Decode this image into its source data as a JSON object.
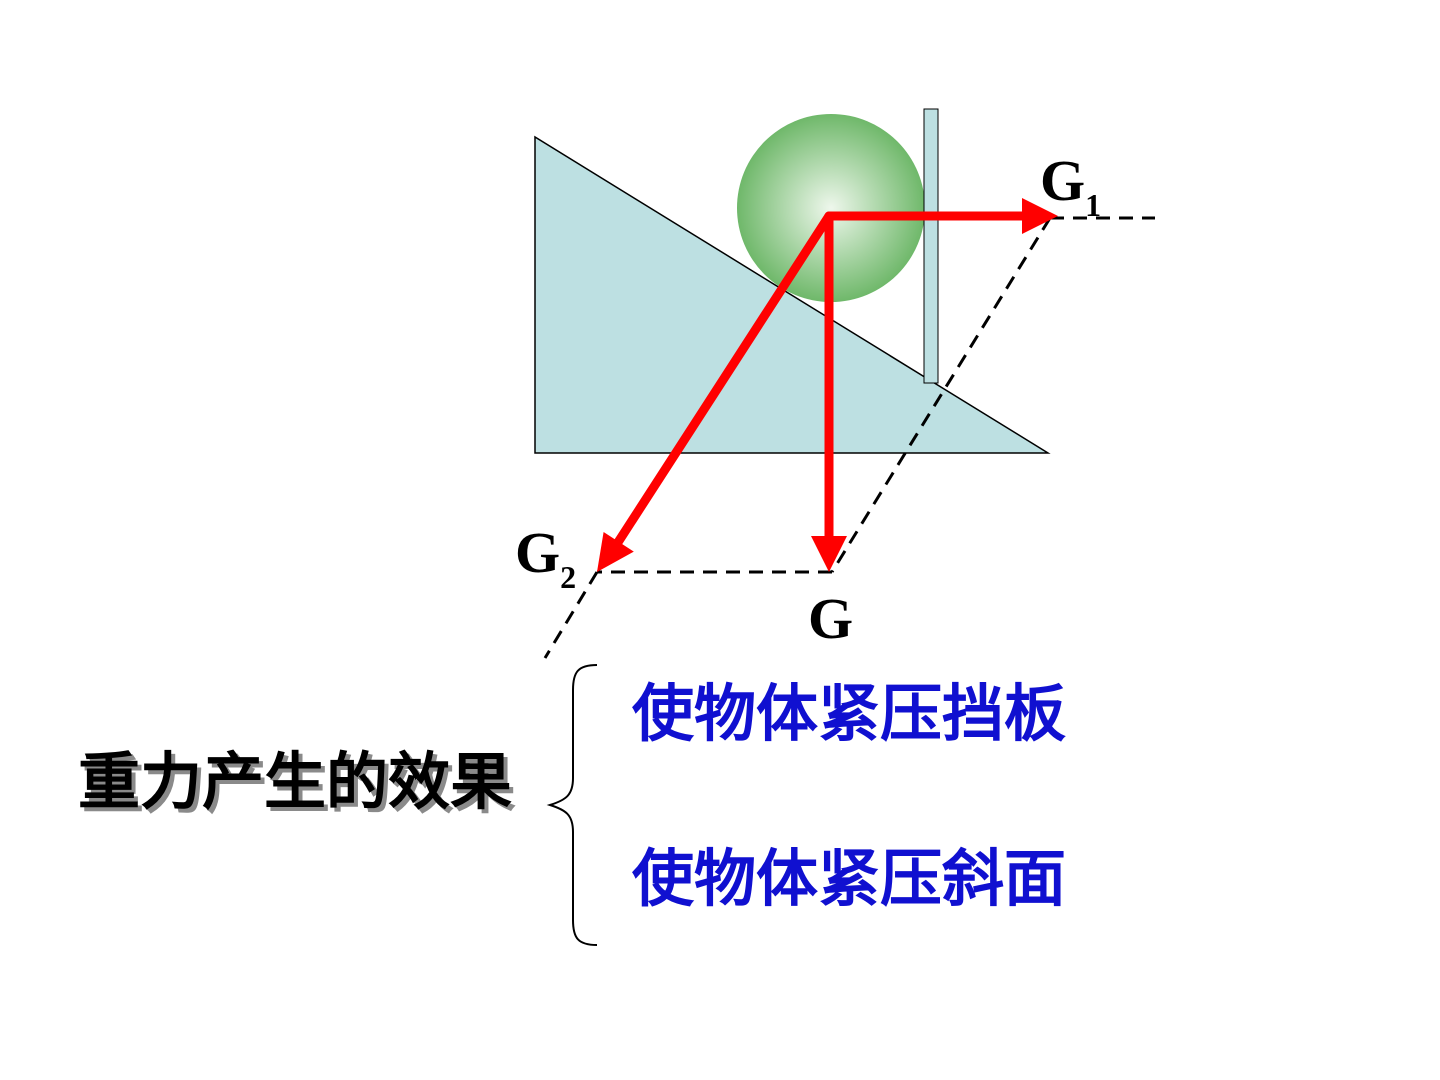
{
  "labels": {
    "g1": {
      "main": "G",
      "sub": "1"
    },
    "g2": {
      "main": "G",
      "sub": "2"
    },
    "g": {
      "main": "G"
    }
  },
  "effect": {
    "title": "重力产生的效果",
    "item1": "使物体紧压挡板",
    "item2": "使物体紧压斜面"
  },
  "colors": {
    "incline": "#bde0e2",
    "arrow": "#ff0000",
    "effect_text": "#1010d0",
    "title_text": "#000000",
    "ball_center": "#eef7ec",
    "ball_edge": "#6fb86a"
  }
}
